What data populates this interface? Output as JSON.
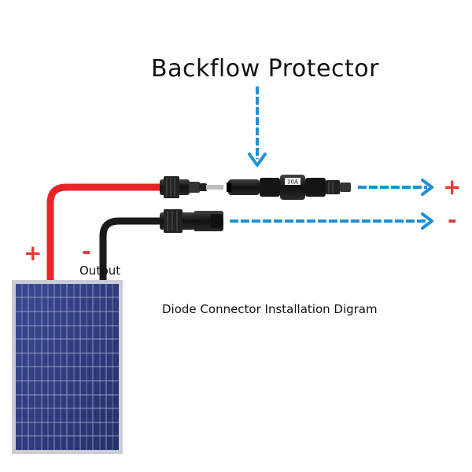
{
  "title": "Backflow Protector",
  "caption": "Diode Connector Installation Digram",
  "output_label": "Output",
  "signs": {
    "plus_left": "+",
    "minus_left": "-",
    "plus_right": "+",
    "minus_right": "-"
  },
  "device_rating": "10A",
  "colors": {
    "red_cable": "#e8242b",
    "black_cable": "#1a1a1a",
    "arrow_blue": "#1e90d6",
    "sign_red": "#e53935",
    "panel_cell": "#2e3a78",
    "panel_frame": "#c9ccd2"
  },
  "icons": [
    "solar-panel-icon",
    "mc4-connector-icon",
    "diode-inline-icon",
    "arrow-right-icon",
    "arrow-down-icon"
  ]
}
